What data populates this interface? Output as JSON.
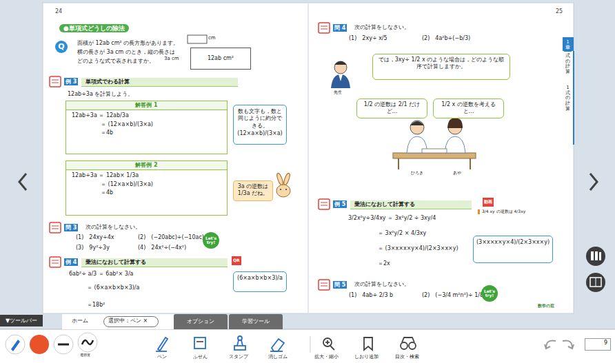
{
  "diagram": {
    "nodes": [
      {
        "text": [
          "12ab cm²"
        ]
      },
      {
        "text": [
          "単項式でわる計算"
        ]
      },
      {
        "text": [
          "解答例 1",
          "12ab÷3a ＝ 12ab/3a",
          "＝ (12×a×b)/(3×a)",
          "＝4b"
        ]
      },
      {
        "text": [
          "数も文字も，数と同じように約分できる。",
          "(12×a×b)/(3×a)"
        ]
      },
      {
        "text": [
          "解答例 2",
          "12ab÷3a ＝ 12ab× 1/3a",
          "＝ (12×a×b)/(3×a)",
          "＝4b"
        ]
      },
      {
        "text": [
          "3a の逆数は 1/3a だね。"
        ]
      },
      {
        "text": [
          "乗法になおして計算する"
        ]
      },
      {
        "text": [
          "(6×a×b×b×3)/a"
        ]
      },
      {
        "text": [
          "では，3xy÷ 1/2 x のような場合は，どのような順序で計算しますか。"
        ]
      },
      {
        "text": [
          "1/2 の逆数は 2/1 だけど…"
        ]
      },
      {
        "text": [
          "1/2 x の逆数を考えると…"
        ]
      },
      {
        "text": [
          "乗法になおして計算する"
        ]
      },
      {
        "text": [
          "(3×x×x×y×4)/(2×3×x×y)"
        ]
      },
      {
        "text": [
          "選択中：ペン ×"
        ]
      },
      {
        "text": [
          "オプション"
        ]
      },
      {
        "text": [
          "学習ツール"
        ]
      },
      {
        "text": [
          "9"
        ]
      }
    ],
    "labels": [
      "24",
      "●単項式どうしの除法",
      "Q",
      "面積が 12ab cm² の長方形があります。",
      "横の長さが 3a cm のとき，縦の長さは",
      "どのような式で表されますか。",
      "cm",
      "3a cm",
      "例 3",
      "12ab÷3a を計算しよう。",
      "問 3",
      "次の計算をしなさい。",
      "(1)　24xy÷4x",
      "(2)　(−20abc)÷(−10ac)",
      "(3)　9y²÷3y",
      "(4)　24x²÷(−4x²)",
      "Let's try!",
      "例 4",
      "QR",
      "6ab²÷ a/3 ＝ 6ab²× 3/a",
      "＝ (6×a×b×b×3)/a",
      "＝18b²",
      "25",
      "問 4",
      "次の計算をしなさい。",
      "(1)　2xy÷ x/5",
      "(2)　4a²b÷(−b/3)",
      "先生",
      "ひろき",
      "あや",
      "例 5",
      "動画",
      "3/4 xy の逆数は 4/3xy",
      "3/2x²y÷3/4xy ＝ 3x²y/2 ÷ 3xy/4",
      "＝ 3x²y/2 × 4/3xy",
      "＝ (3×x×x×y×4)/(2×3×x×y)",
      "＝2x",
      "問 5",
      "次の計算をしなさい。",
      "(1)　4ab÷ 2/3 b",
      "(2)　(−3/4 m²n²)÷ 1/8 mn²",
      "Let's try!",
      "数学の窓",
      "1章",
      "式の計算",
      "1 式の計算",
      "▼ツールバー",
      "ホーム",
      "透明度",
      "ペン",
      "ふせん",
      "スタンプ",
      "消しゴム",
      "拡大・縮小",
      "しおり追加",
      "目次・検索"
    ]
  }
}
